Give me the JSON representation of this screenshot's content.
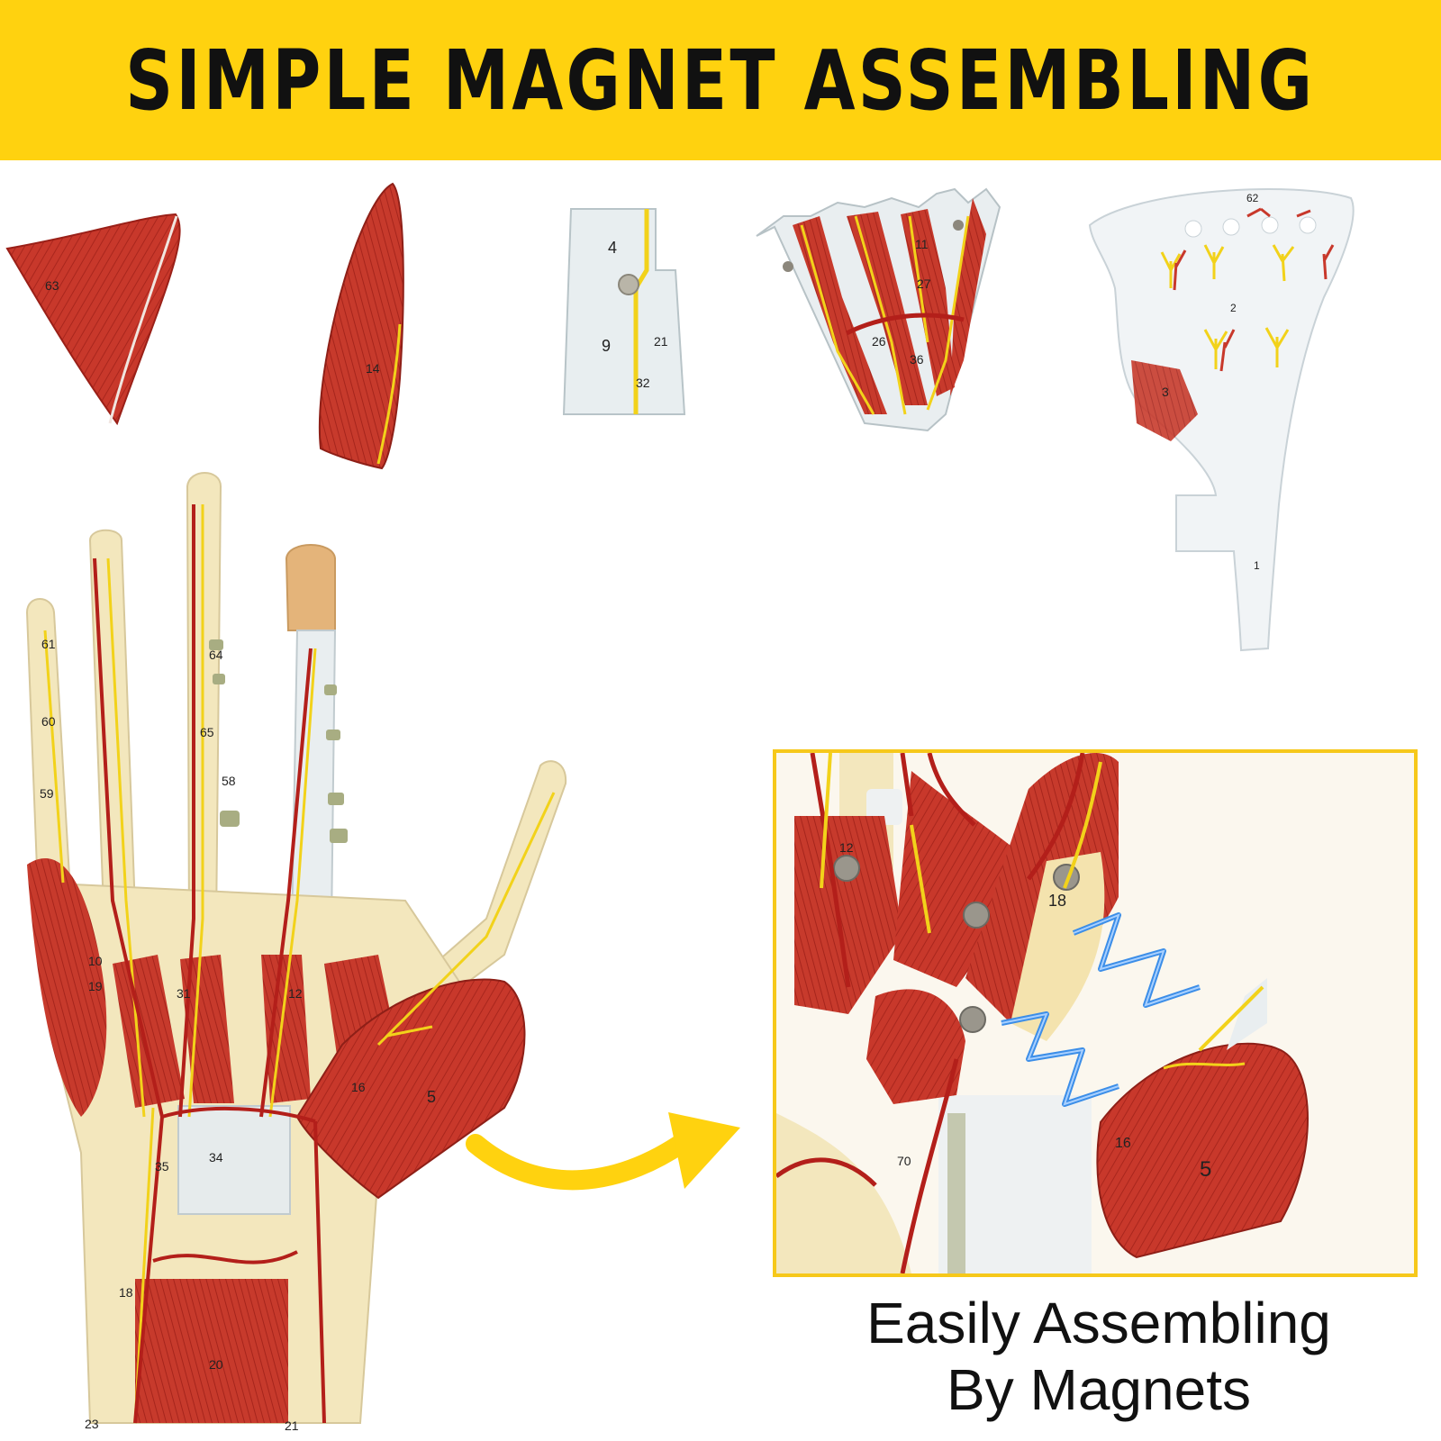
{
  "banner": {
    "title": "SIMPLE MAGNET ASSEMBLING",
    "background": "#ffd20f"
  },
  "caption": {
    "line1": "Easily Assembling",
    "line2": "By Magnets"
  },
  "colors": {
    "muscle": "#c8382b",
    "nerve": "#f2d21a",
    "vessel": "#b31f1a",
    "bone": "#f3e7bd",
    "accent": "#ffd20f"
  },
  "pieces": {
    "muscle_a": "63",
    "muscle_b": "14",
    "plate": [
      "4",
      "9",
      "21",
      "32"
    ],
    "hand_piece": [
      "11",
      "27",
      "26",
      "36"
    ],
    "fascia": [
      "62",
      "2",
      "3",
      "1"
    ]
  },
  "hand_labels": [
    "61",
    "60",
    "59",
    "10",
    "19",
    "31",
    "12",
    "16",
    "5",
    "34",
    "35",
    "64",
    "65",
    "58",
    "18",
    "20",
    "21",
    "23"
  ],
  "zoom_labels": [
    "12",
    "18",
    "16",
    "5",
    "70"
  ]
}
